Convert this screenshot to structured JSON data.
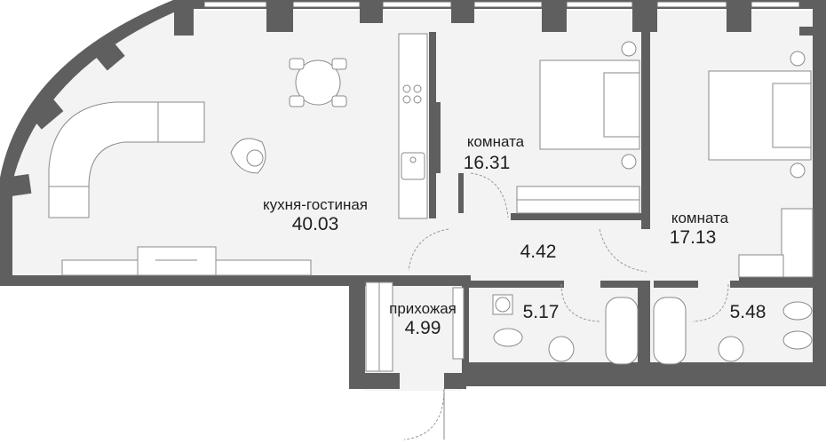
{
  "rooms": [
    {
      "id": "living",
      "name": "кухня-гостиная",
      "area": "40.03"
    },
    {
      "id": "bedroom1",
      "name": "комната",
      "area": "16.31"
    },
    {
      "id": "bedroom2",
      "name": "комната",
      "area": "17.13"
    },
    {
      "id": "hall",
      "name": "",
      "area": "4.42"
    },
    {
      "id": "entry",
      "name": "прихожая",
      "area": "4.99"
    },
    {
      "id": "bath1",
      "name": "",
      "area": "5.17"
    },
    {
      "id": "bath2",
      "name": "",
      "area": "5.48"
    }
  ],
  "colors": {
    "wall": "#5f5f5f",
    "floor": "#f3f3f3",
    "furniture_stroke": "#8a8a8a",
    "text": "#1f1f1f"
  }
}
